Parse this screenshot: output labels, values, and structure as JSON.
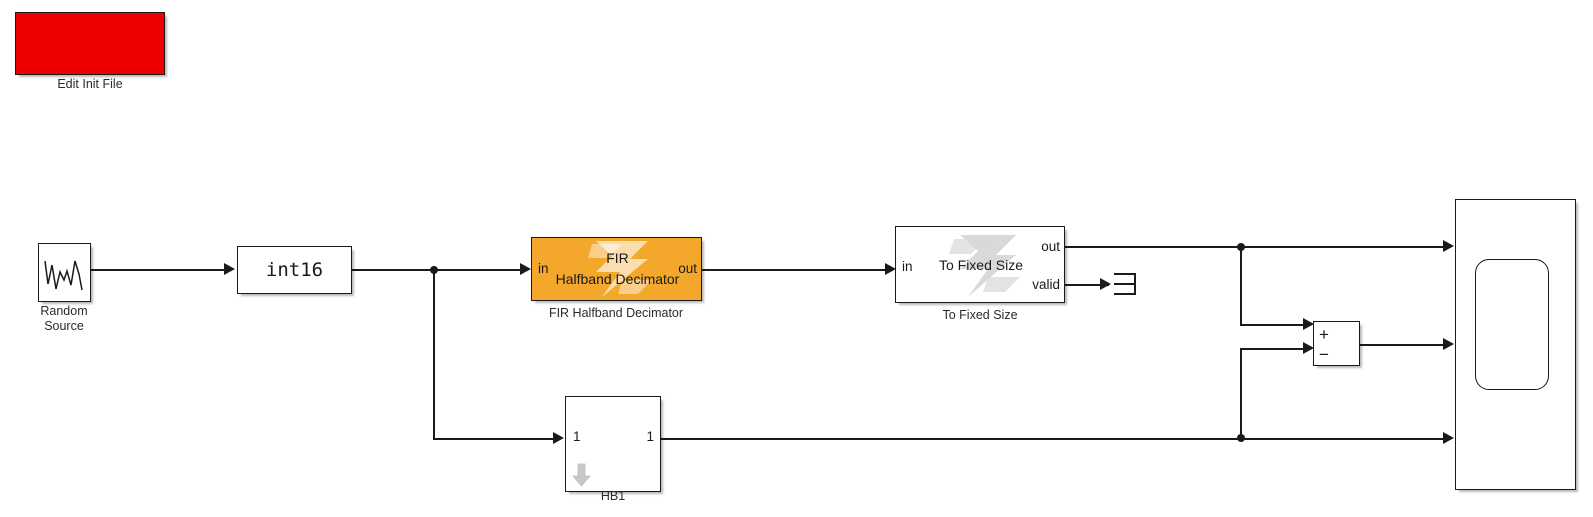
{
  "diagram": {
    "kind": "simulink-block-diagram",
    "background_color": "#ffffff",
    "wire_color": "#1a1a1a"
  },
  "blocks": {
    "edit_init_file": {
      "label": "Edit Init File",
      "fill_color": "#ee0000",
      "icon": "red-callback-button"
    },
    "random_source": {
      "label": "Random\nSource",
      "icon": "random-noise-waveform"
    },
    "data_type_conversion": {
      "value": "int16",
      "label": ""
    },
    "fir_halfband_decimator": {
      "title": "FIR\nHalfband Decimator",
      "title_line1": "FIR",
      "title_line2": "Halfband Decimator",
      "label": "FIR Halfband Decimator",
      "fill_color": "#f3a72b",
      "watermark": "dsp-hdl-z-logo",
      "ports_in": [
        "in"
      ],
      "ports_out": [
        "out"
      ]
    },
    "to_fixed_size": {
      "title": "To Fixed Size",
      "label": "To Fixed Size",
      "fill_color": "#ffffff",
      "watermark": "dsp-hdl-z-logo",
      "ports_in": [
        "in"
      ],
      "ports_out": [
        "out",
        "valid"
      ]
    },
    "terminator": {
      "label": "",
      "icon": "terminator"
    },
    "hb1_subsystem": {
      "label": "HB1",
      "port_in": "1",
      "port_out": "1",
      "icon": "subsystem-down-arrow"
    },
    "sum_block": {
      "label": "",
      "sign_plus": "+",
      "sign_minus": "−"
    },
    "scope": {
      "label": "",
      "icon": "scope-display",
      "input_count": 3
    }
  }
}
